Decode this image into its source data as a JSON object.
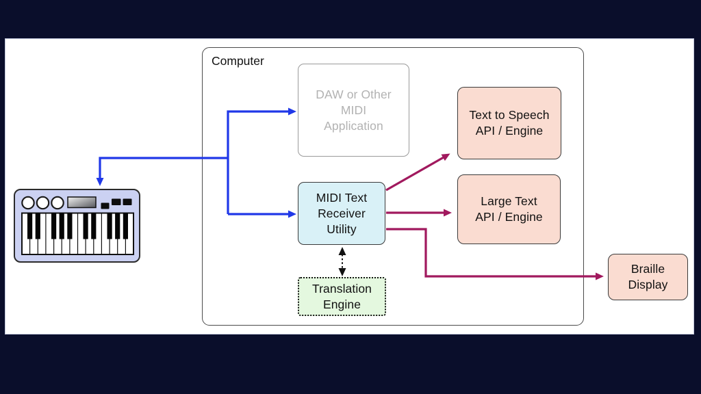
{
  "background": {
    "page_bg": "#0a0e2b",
    "panel_bg": "#ffffff"
  },
  "colors": {
    "midi_flow_blue": "#2038e8",
    "text_flow_maroon": "#a1195e",
    "dashed_link_black": "#111111",
    "computer_border": "#4a4a4a",
    "daw_border": "#9a9a9a",
    "daw_text": "#b2b2b2",
    "box_border": "#3a3a3a",
    "pink_fill": "#fadcd1",
    "cyan_fill": "#d9f1f7",
    "green_fill": "#e4f8df",
    "keyboard_body": "#cbd1f2",
    "text_color": "#111111"
  },
  "icons": {
    "midi_keyboard": "midi-keyboard-icon"
  },
  "nodes": {
    "computer": {
      "label": "Computer"
    },
    "daw": {
      "label": "DAW or Other\nMIDI\nApplication"
    },
    "midi_receiver": {
      "label": "MIDI Text\nReceiver\nUtility"
    },
    "translation_engine": {
      "label": "Translation\nEngine"
    },
    "text_to_speech": {
      "label": "Text to Speech\nAPI / Engine"
    },
    "large_text": {
      "label": "Large Text\nAPI / Engine"
    },
    "braille_display": {
      "label": "Braille\nDisplay"
    }
  },
  "edges": [
    {
      "from": "midi_keyboard_trunk",
      "to": "daw",
      "style": "solid-arrow",
      "color": "#2038e8"
    },
    {
      "from": "midi_keyboard_trunk",
      "to": "midi_keyboard",
      "style": "solid-arrow",
      "color": "#2038e8"
    },
    {
      "from": "midi_keyboard_trunk",
      "to": "midi_receiver",
      "style": "solid-arrow",
      "color": "#2038e8"
    },
    {
      "from": "midi_receiver",
      "to": "text_to_speech",
      "style": "solid-arrow",
      "color": "#a1195e"
    },
    {
      "from": "midi_receiver",
      "to": "large_text",
      "style": "solid-arrow",
      "color": "#a1195e"
    },
    {
      "from": "midi_receiver",
      "to": "braille_display",
      "style": "solid-arrow",
      "color": "#a1195e"
    },
    {
      "from": "midi_receiver",
      "to": "translation_engine",
      "style": "dashed-double-arrow",
      "color": "#111111"
    }
  ]
}
